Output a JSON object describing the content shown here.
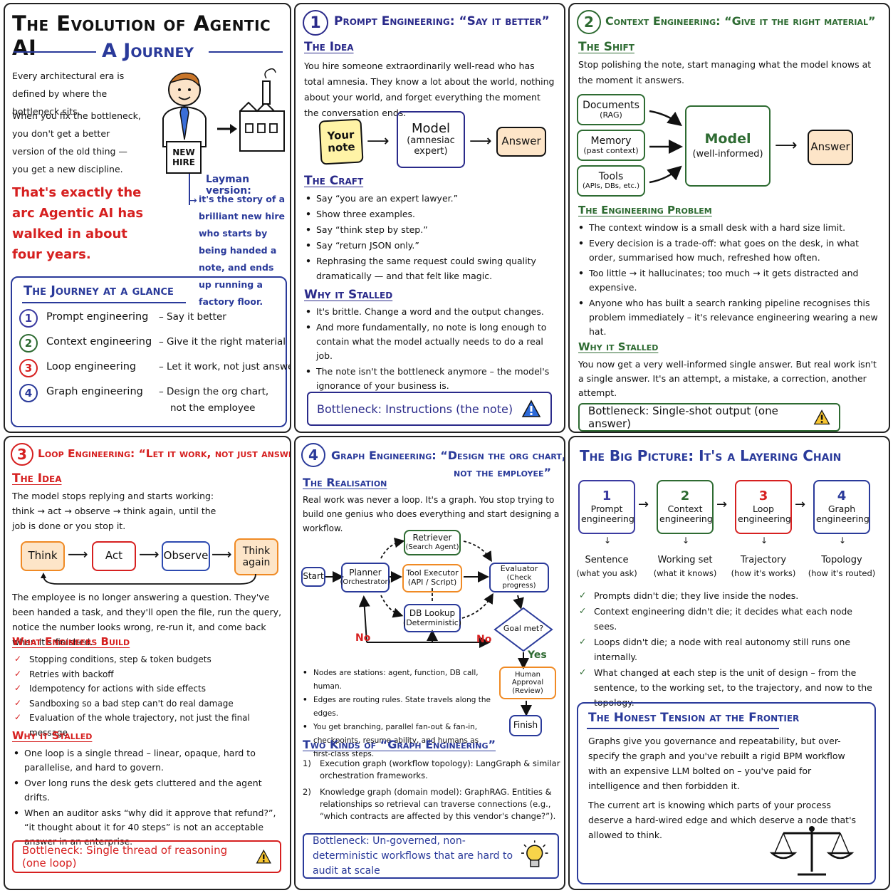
{
  "p0": {
    "title": "The Evolution of Agentic AI",
    "subtitle": "A Journey",
    "intro1": "Every architectural era is defined by where the bottleneck sits.",
    "intro2": "When you fix the bottleneck, you don't get a better version of the old thing — you get a new discipline.",
    "red": "That's exactly the arc Agentic AI has walked in about four years.",
    "sign": "NEW HIRE",
    "layman_title": "Layman version:",
    "layman": "it's the story of a brilliant new hire who starts by being handed a note, and ends up running a factory floor.",
    "glance_title": "The Journey at a glance",
    "glance": [
      {
        "n": "1",
        "name": "Prompt engineering",
        "desc": "– Say it better",
        "color": "#3a3aa0"
      },
      {
        "n": "2",
        "name": "Context engineering",
        "desc": "– Give it the right material",
        "color": "#2e6b32"
      },
      {
        "n": "3",
        "name": "Loop engineering",
        "desc": "– Let it work, not just answer",
        "color": "#d62020"
      },
      {
        "n": "4",
        "name": "Graph engineering",
        "desc": "– Design the org chart,",
        "desc2": "not the employee",
        "color": "#2a3a9a"
      }
    ]
  },
  "p1": {
    "num": "1",
    "title": "Prompt Engineering: “Say it better”",
    "idea_h": "The Idea",
    "idea": "You hire someone extraordinarily well-read who has total amnesia. They know a lot about the world, nothing about your world, and forget everything the moment the conversation ends.",
    "note": "Your note",
    "model": "Model",
    "model_sub": "(amnesiac expert)",
    "answer": "Answer",
    "craft_h": "The Craft",
    "craft": [
      "Say “you are an expert lawyer.”",
      "Show three examples.",
      "Say “think step by step.”",
      "Say “return JSON only.”",
      "Rephrasing the same request could swing quality dramatically — and that felt like magic."
    ],
    "stall_h": "Why it Stalled",
    "stall": [
      "It's brittle. Change a word and the output changes.",
      "And more fundamentally, no note is long enough to contain what the model actually needs to do a real job.",
      "The note isn't the bottleneck anymore – the model's ignorance of your business is."
    ],
    "bottleneck": "Bottleneck: Instructions (the note)"
  },
  "p2": {
    "num": "2",
    "title": "Context Engineering: “Give it the right material”",
    "shift_h": "The Shift",
    "shift": "Stop polishing the note, start managing what the model knows at the moment it answers.",
    "docs": "Documents",
    "docs_sub": "(RAG)",
    "mem": "Memory",
    "mem_sub": "(past context)",
    "tools": "Tools",
    "tools_sub": "(APIs, DBs, etc.)",
    "model": "Model",
    "model_sub": "(well-informed)",
    "answer": "Answer",
    "prob_h": "The Engineering Problem",
    "prob": [
      "The context window is a small desk with a hard size limit.",
      "Every decision is a trade-off: what goes on the desk, in what order, summarised how much, refreshed how often.",
      "Too little → it hallucinates; too much → it gets distracted and expensive.",
      "Anyone who has built a search ranking pipeline recognises this problem immediately – it's relevance engineering wearing a new hat."
    ],
    "stall_h": "Why it Stalled",
    "stall": "You now get a very well-informed single answer. But real work isn't a single answer. It's an attempt, a mistake, a correction, another attempt.",
    "bottleneck": "Bottleneck: Single-shot output (one answer)"
  },
  "p3": {
    "num": "3",
    "title": "Loop Engineering: “Let it work, not just answer”",
    "idea_h": "The Idea",
    "idea": "The model stops replying and starts working: think → act → observe → think again, until the job is done or you stop it.",
    "think": "Think",
    "act": "Act",
    "observe": "Observe",
    "again": "Think again",
    "para": "The employee is no longer answering a question. They've been handed a task, and they'll open the file, run the query, notice the number looks wrong, re-run it, and come back when it's finished.",
    "build_h": "What Engineers Build",
    "build": [
      "Stopping conditions, step & token budgets",
      "Retries with backoff",
      "Idempotency for actions with side effects",
      "Sandboxing so a bad step can't do real damage",
      "Evaluation of the whole trajectory, not just the final message"
    ],
    "stall_h": "Why it Stalled",
    "stall": [
      "One loop is a single thread – linear, opaque, hard to parallelise, and hard to govern.",
      "Over long runs the desk gets cluttered and the agent drifts.",
      "When an auditor asks “why did it approve that refund?”, “it thought about it for 40 steps” is not an acceptable answer in an enterprise."
    ],
    "bottleneck": "Bottleneck: Single thread of reasoning (one loop)"
  },
  "p4": {
    "num": "4",
    "title": "Graph Engineering: “Design the org chart,",
    "title2": "not the employee”",
    "real_h": "The Realisation",
    "real": "Real work was never a loop. It's a graph. You stop trying to build one genius who does everything and start designing a workflow.",
    "start": "Start",
    "planner": "Planner",
    "planner_sub": "(Orchestrator)",
    "retriever": "Retriever",
    "retriever_sub": "(Search Agent)",
    "tool": "Tool Executor",
    "tool_sub": "(API / Script)",
    "db": "DB Lookup",
    "db_sub": "(Deterministic)",
    "evaluator": "Evaluator",
    "evaluator_sub": "(Check progress)",
    "goal": "Goal met?",
    "no": "No",
    "yes": "Yes",
    "human": "Human Approval",
    "human_sub": "(Review)",
    "finish": "Finish",
    "bullets": [
      "Nodes are stations: agent, function, DB call, human.",
      "Edges are routing rules. State travels along the edges.",
      "You get branching, parallel fan-out & fan-in, checkpoints, resume-ability, and humans as first-class steps."
    ],
    "kinds_h": "Two Kinds of “Graph Engineering”",
    "kinds": [
      {
        "n": "1)",
        "text": "Execution graph (workflow topology): LangGraph & similar orchestration frameworks."
      },
      {
        "n": "2)",
        "text": "Knowledge graph (domain model): GraphRAG. Entities & relationships so retrieval can traverse connections (e.g., “which contracts are affected by this vendor's change?”)."
      }
    ],
    "bottleneck": "Bottleneck: Un-governed, non-deterministic workflows that are hard to audit at scale"
  },
  "p5": {
    "title": "The Big Picture: It's a Layering Chain",
    "chain": [
      {
        "n": "1",
        "name": "Prompt engineering",
        "unit": "Sentence",
        "unit_sub": "(what you ask)",
        "color": "#3a3aa0"
      },
      {
        "n": "2",
        "name": "Context engineering",
        "unit": "Working set",
        "unit_sub": "(what it knows)",
        "color": "#2e6b32"
      },
      {
        "n": "3",
        "name": "Loop engineering",
        "unit": "Trajectory",
        "unit_sub": "(how it's works)",
        "color": "#d62020"
      },
      {
        "n": "4",
        "name": "Graph engineering",
        "unit": "Topology",
        "unit_sub": "(how it's routed)",
        "color": "#2a3a9a"
      }
    ],
    "checks": [
      "Prompts didn't die; they live inside the nodes.",
      "Context engineering didn't die; it decides what each node sees.",
      "Loops didn't die; a node with real autonomy still runs one internally.",
      "What changed at each step is the unit of design – from the sentence, to the working set, to the trajectory, and now to the topology."
    ],
    "tension_h": "The Honest Tension at the Frontier",
    "tension1": "Graphs give you governance and repeatability, but over-specify the graph and you've rebuilt a rigid BPM workflow with an expensive LLM bolted on – you've paid for intelligence and then forbidden it.",
    "tension2": "The current art is knowing which parts of your process deserve a hard-wired edge and which deserve a node that's allowed to think."
  },
  "colors": {
    "navy": "#2a2a8a",
    "green": "#2e6b32",
    "red": "#d62020",
    "orange": "#f08a24",
    "blue": "#2d4ab0"
  }
}
